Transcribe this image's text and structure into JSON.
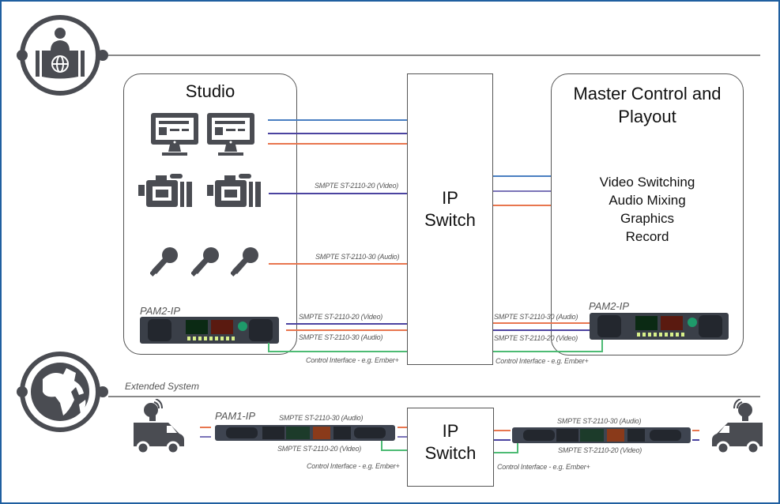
{
  "diagram": {
    "top_section": {
      "icon": "broadcast-presenter-globe-icon",
      "studio": {
        "title": "Studio",
        "icons": [
          "monitor-icon",
          "monitor-icon",
          "video-camera-icon",
          "video-camera-icon",
          "microphone-icon",
          "microphone-icon",
          "microphone-icon"
        ],
        "device_label": "PAM2-IP",
        "links": {
          "camera": "SMPTE ST-2110-20 (Video)",
          "microphone": "SMPTE ST-2110-30 (Audio)",
          "pam_video": "SMPTE ST-2110-20 (Video)",
          "pam_audio": "SMPTE ST-2110-30 (Audio)",
          "control": "Control Interface - e.g. Ember+"
        }
      },
      "ip_switch": {
        "line1": "IP",
        "line2": "Switch"
      },
      "master_control": {
        "title_line1": "Master Control and",
        "title_line2": "Playout",
        "features": [
          "Video Switching",
          "Audio Mixing",
          "Graphics",
          "Record"
        ],
        "device_label": "PAM2-IP",
        "links": {
          "pam_audio": "SMPTE ST-2110-30 (Audio)",
          "pam_video": "SMPTE ST-2110-20 (Video)",
          "control": "Control Interface - e.g. Ember+"
        }
      }
    },
    "bottom_section": {
      "icon": "globe-icon",
      "title": "Extended System",
      "left": {
        "icon": "satellite-van-icon",
        "device_label": "PAM1-IP",
        "audio": "SMPTE ST-2110-30 (Audio)",
        "video": "SMPTE ST-2110-20 (Video)",
        "control": "Control Interface - e.g. Ember+"
      },
      "ip_switch": {
        "line1": "IP",
        "line2": "Switch"
      },
      "right": {
        "icon": "satellite-van-icon",
        "audio": "SMPTE ST-2110-30 (Audio)",
        "video": "SMPTE ST-2110-20 (Video)",
        "control": "Control Interface - e.g. Ember+"
      }
    },
    "colors": {
      "frame": "#1f5fa0",
      "sdi_blue": "#4a7fc1",
      "video_purple": "#4b43a0",
      "audio_orange": "#e8764f",
      "control_green": "#4dbb74",
      "icon_gray": "#4a4c52"
    }
  }
}
